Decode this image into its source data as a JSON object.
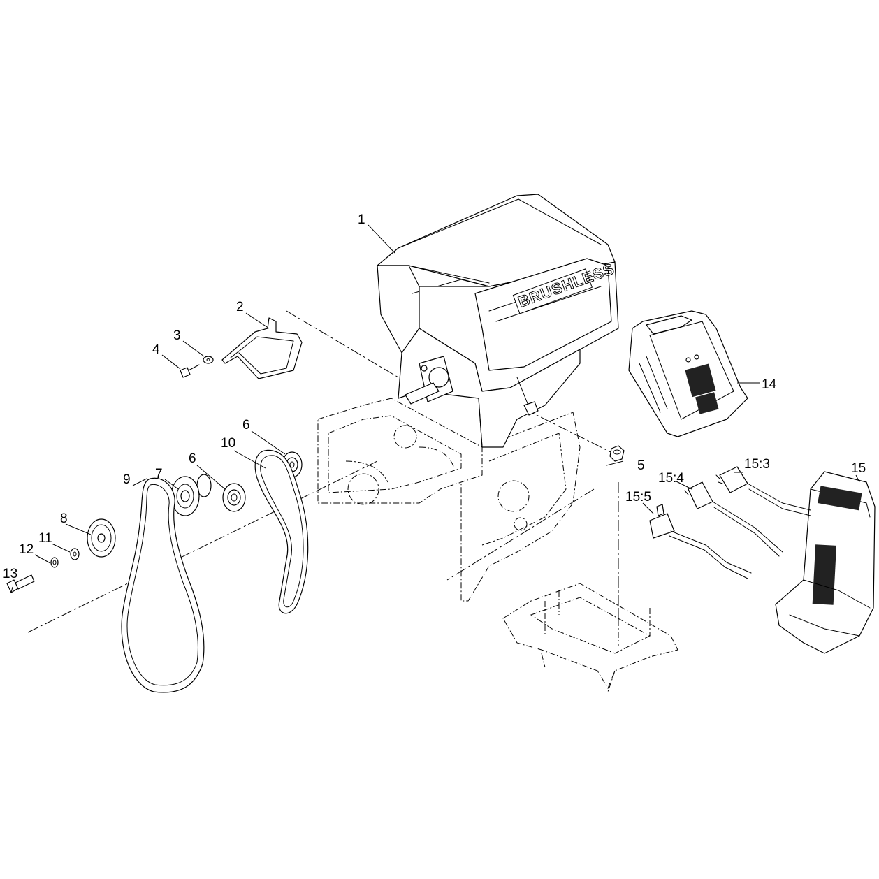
{
  "diagram": {
    "brand_text": "BRUSHLESS",
    "callouts": [
      {
        "id": "c1",
        "label": "1"
      },
      {
        "id": "c2",
        "label": "2"
      },
      {
        "id": "c3",
        "label": "3"
      },
      {
        "id": "c4",
        "label": "4"
      },
      {
        "id": "c5",
        "label": "5"
      },
      {
        "id": "c6a",
        "label": "6"
      },
      {
        "id": "c6b",
        "label": "6"
      },
      {
        "id": "c7",
        "label": "7"
      },
      {
        "id": "c8",
        "label": "8"
      },
      {
        "id": "c9",
        "label": "9"
      },
      {
        "id": "c10",
        "label": "10"
      },
      {
        "id": "c11",
        "label": "11"
      },
      {
        "id": "c12",
        "label": "12"
      },
      {
        "id": "c13",
        "label": "13"
      },
      {
        "id": "c14",
        "label": "14"
      },
      {
        "id": "c15",
        "label": "15"
      },
      {
        "id": "c15_3",
        "label": "15:3"
      },
      {
        "id": "c15_4",
        "label": "15:4"
      },
      {
        "id": "c15_5",
        "label": "15:5"
      }
    ]
  },
  "colors": {
    "background": "#ffffff",
    "line": "#000000"
  }
}
